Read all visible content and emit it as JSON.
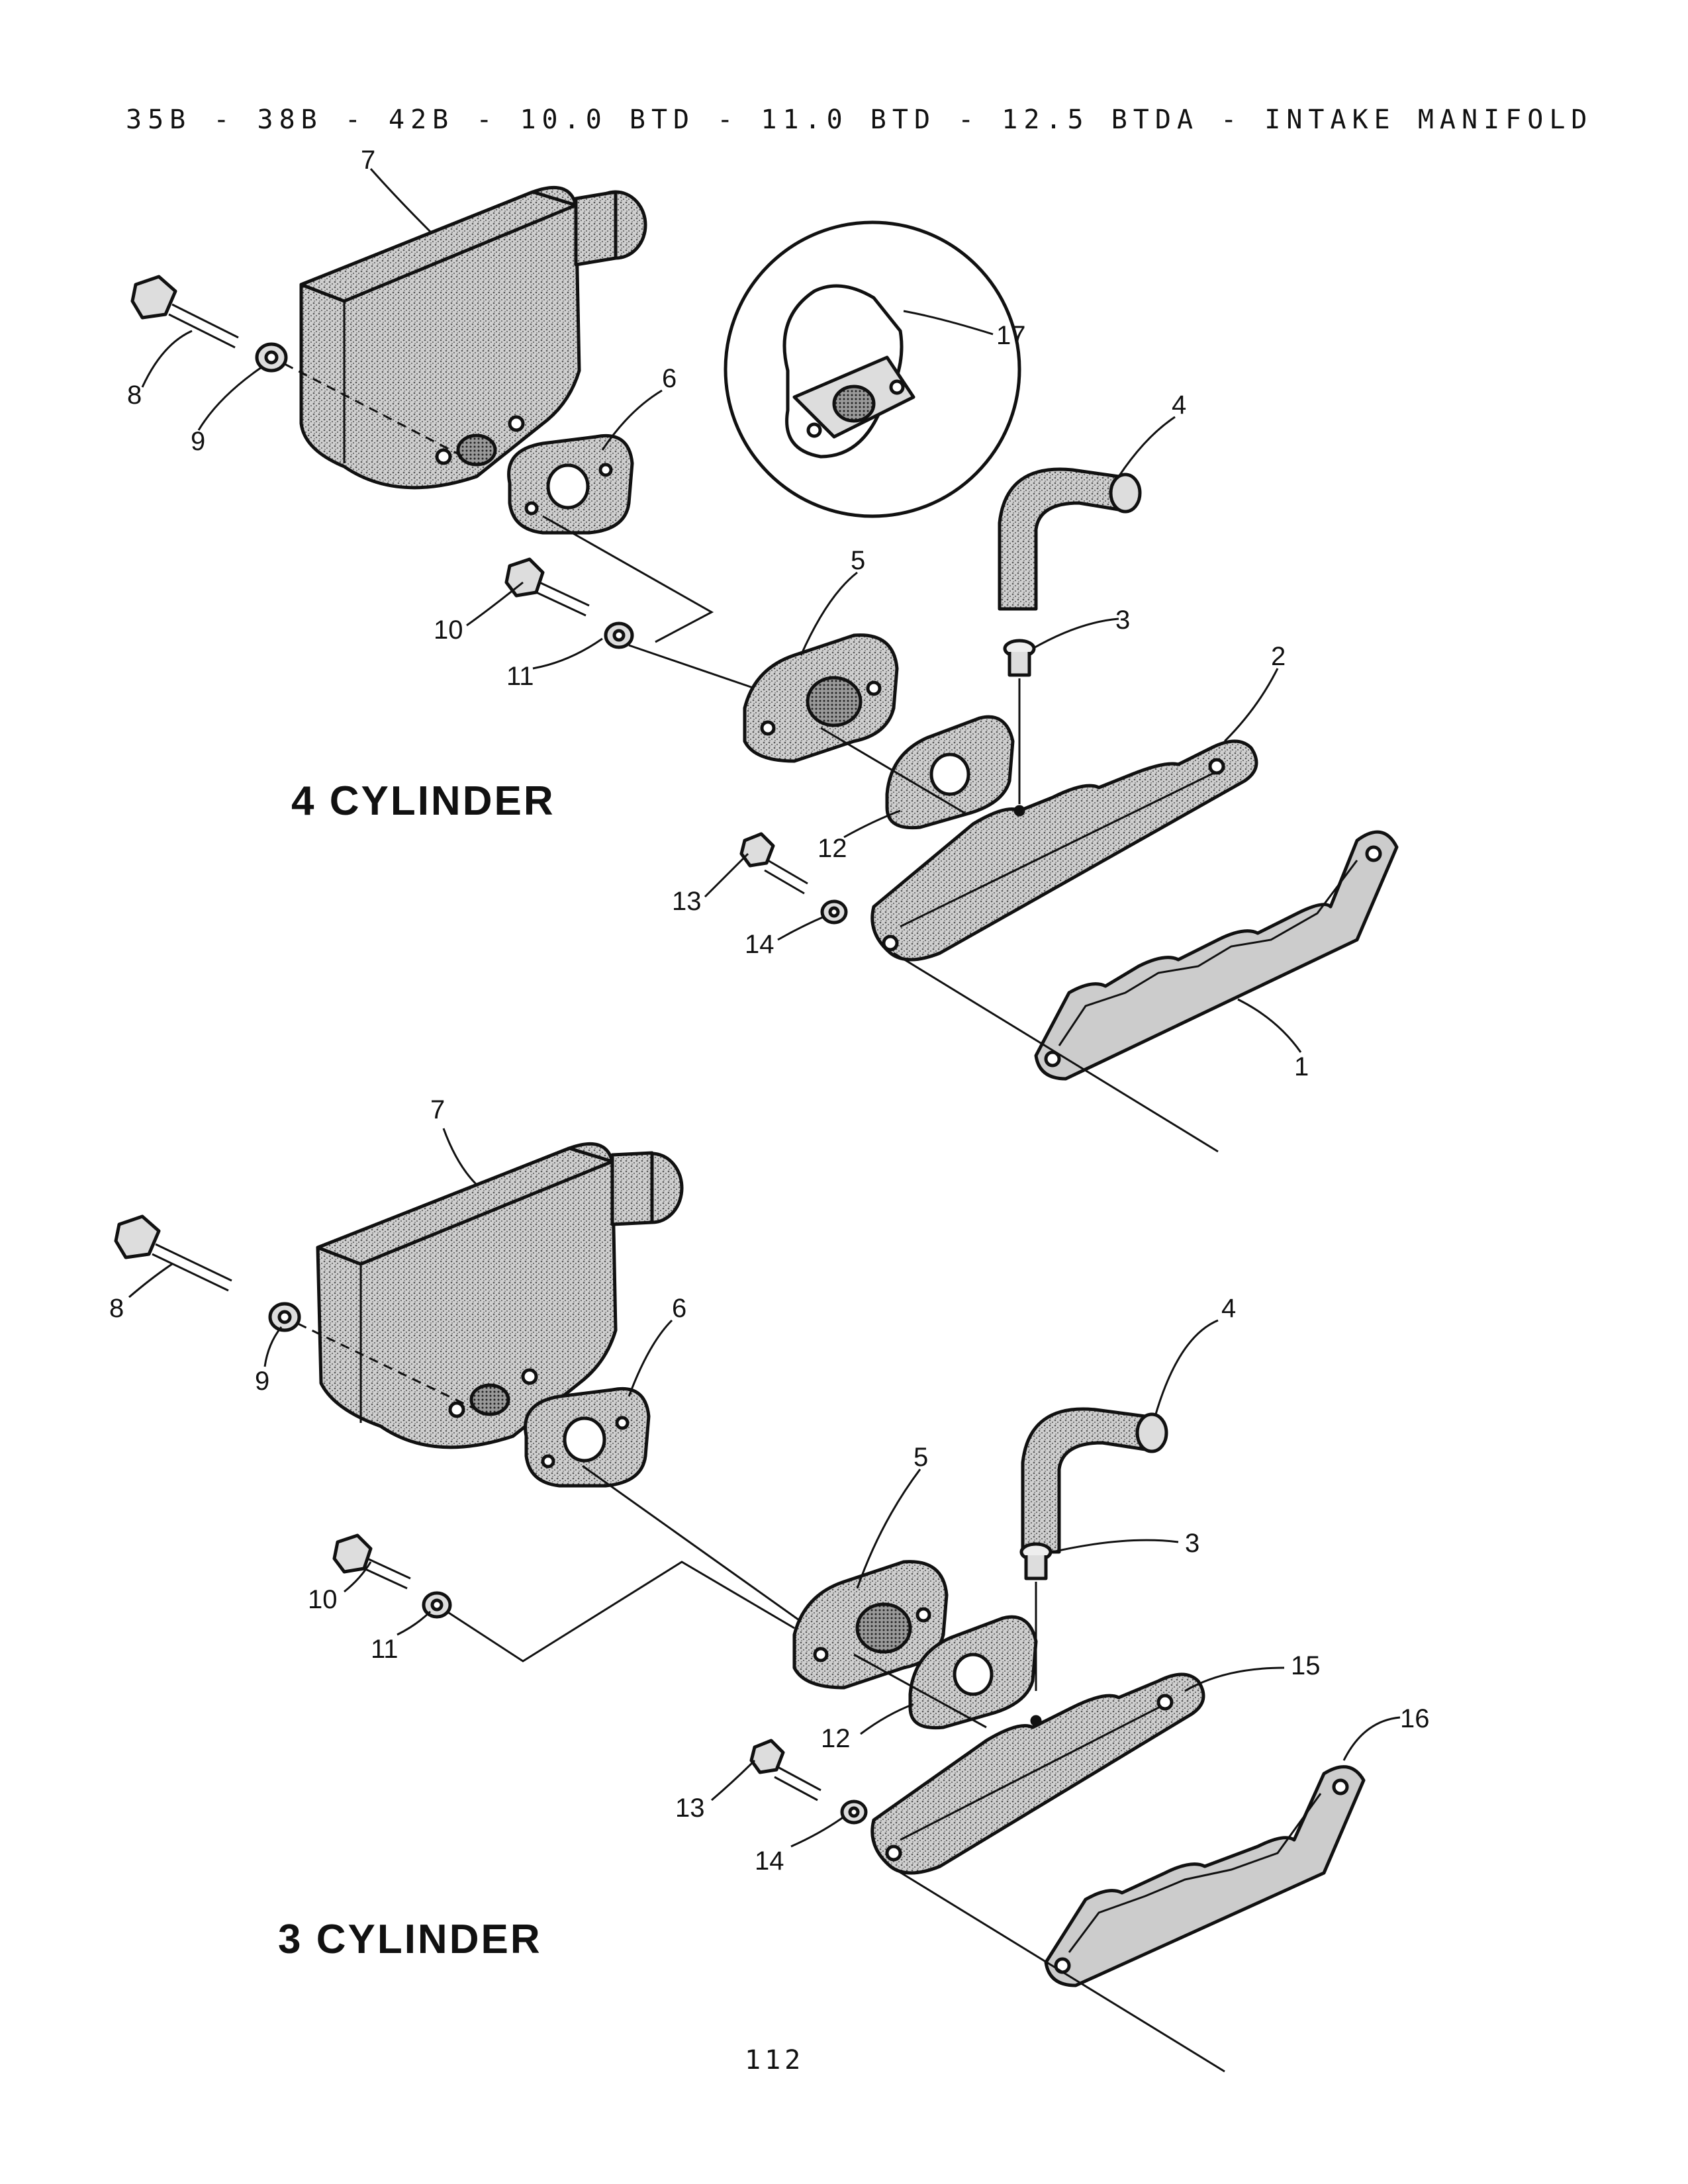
{
  "title": "35B - 38B - 42B - 10.0 BTD - 11.0 BTD - 12.5 BTDA - INTAKE MANIFOLD",
  "page_number": "112",
  "sections": [
    {
      "label": "4 CYLINDER",
      "callouts": [
        "1",
        "2",
        "3",
        "4",
        "5",
        "6",
        "7",
        "8",
        "9",
        "10",
        "11",
        "12",
        "13",
        "14",
        "17"
      ]
    },
    {
      "label": "3 CYLINDER",
      "callouts": [
        "3",
        "4",
        "5",
        "6",
        "7",
        "8",
        "9",
        "10",
        "11",
        "12",
        "13",
        "14",
        "15",
        "16"
      ]
    }
  ],
  "colors": {
    "ink": "#111111",
    "paper": "#ffffff",
    "stipple": "#8a8a8a"
  }
}
